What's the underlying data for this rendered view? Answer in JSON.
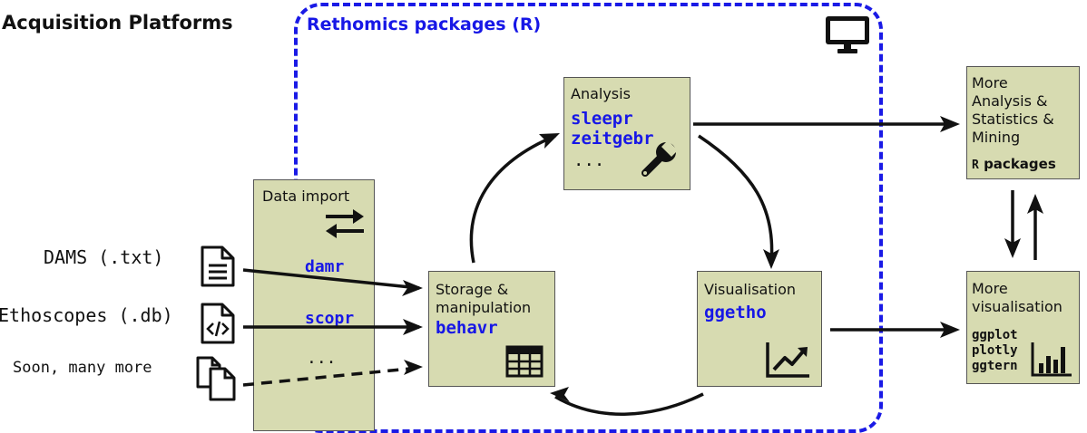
{
  "headings": {
    "acquisition": "Acquisition Platforms",
    "rethomics": "Rethomics packages (R)"
  },
  "sources": [
    {
      "label": "DAMS (.txt)",
      "icon": "text-file-icon"
    },
    {
      "label": "Ethoscopes (.db)",
      "icon": "code-file-icon"
    },
    {
      "label": "Soon, many more",
      "icon": "files-icon"
    }
  ],
  "data_import": {
    "title": "Data import",
    "packages": [
      "damr",
      "scopr"
    ],
    "more": "...",
    "icon": "exchange-arrows-icon"
  },
  "storage": {
    "title_line1": "Storage &",
    "title_line2": "manipulation",
    "package": "behavr",
    "icon": "table-icon"
  },
  "analysis": {
    "title": "Analysis",
    "packages": [
      "sleepr",
      "zeitgebr"
    ],
    "more": "...",
    "icon": "wrench-icon"
  },
  "visualisation": {
    "title": "Visualisation",
    "package": "ggetho",
    "icon": "line-chart-icon"
  },
  "more_analysis": {
    "lines": [
      "More",
      "Analysis &",
      "Statistics &",
      "Mining"
    ],
    "r_prefix": "R",
    "r_suffix": "packages"
  },
  "more_visualisation": {
    "lines": [
      "More",
      "visualisation"
    ],
    "packages": [
      "ggplot",
      "plotly",
      "ggtern"
    ],
    "icon": "bar-chart-icon"
  },
  "colors": {
    "box_fill": "#d7dbb1",
    "package_text": "#1717e6",
    "dashed_border": "#1a1ae6"
  },
  "icons": {
    "monitor": "monitor-icon"
  }
}
